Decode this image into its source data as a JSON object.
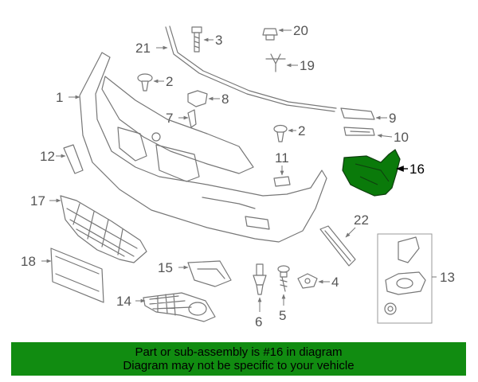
{
  "callouts": {
    "c1": "1",
    "c2a": "2",
    "c2b": "2",
    "c3": "3",
    "c4": "4",
    "c5": "5",
    "c6": "6",
    "c7": "7",
    "c8": "8",
    "c9": "9",
    "c10": "10",
    "c11": "11",
    "c12": "12",
    "c13": "13",
    "c14": "14",
    "c15": "15",
    "c16": "16",
    "c17": "17",
    "c18": "18",
    "c19": "19",
    "c20": "20",
    "c21": "21",
    "c22": "22"
  },
  "highlight": {
    "part": "16",
    "color": "#0a7a0a"
  },
  "banner": {
    "line1": "Part or sub-assembly is #16 in diagram",
    "line2": "Diagram may not be specific to your vehicle",
    "color": "#118c11"
  }
}
